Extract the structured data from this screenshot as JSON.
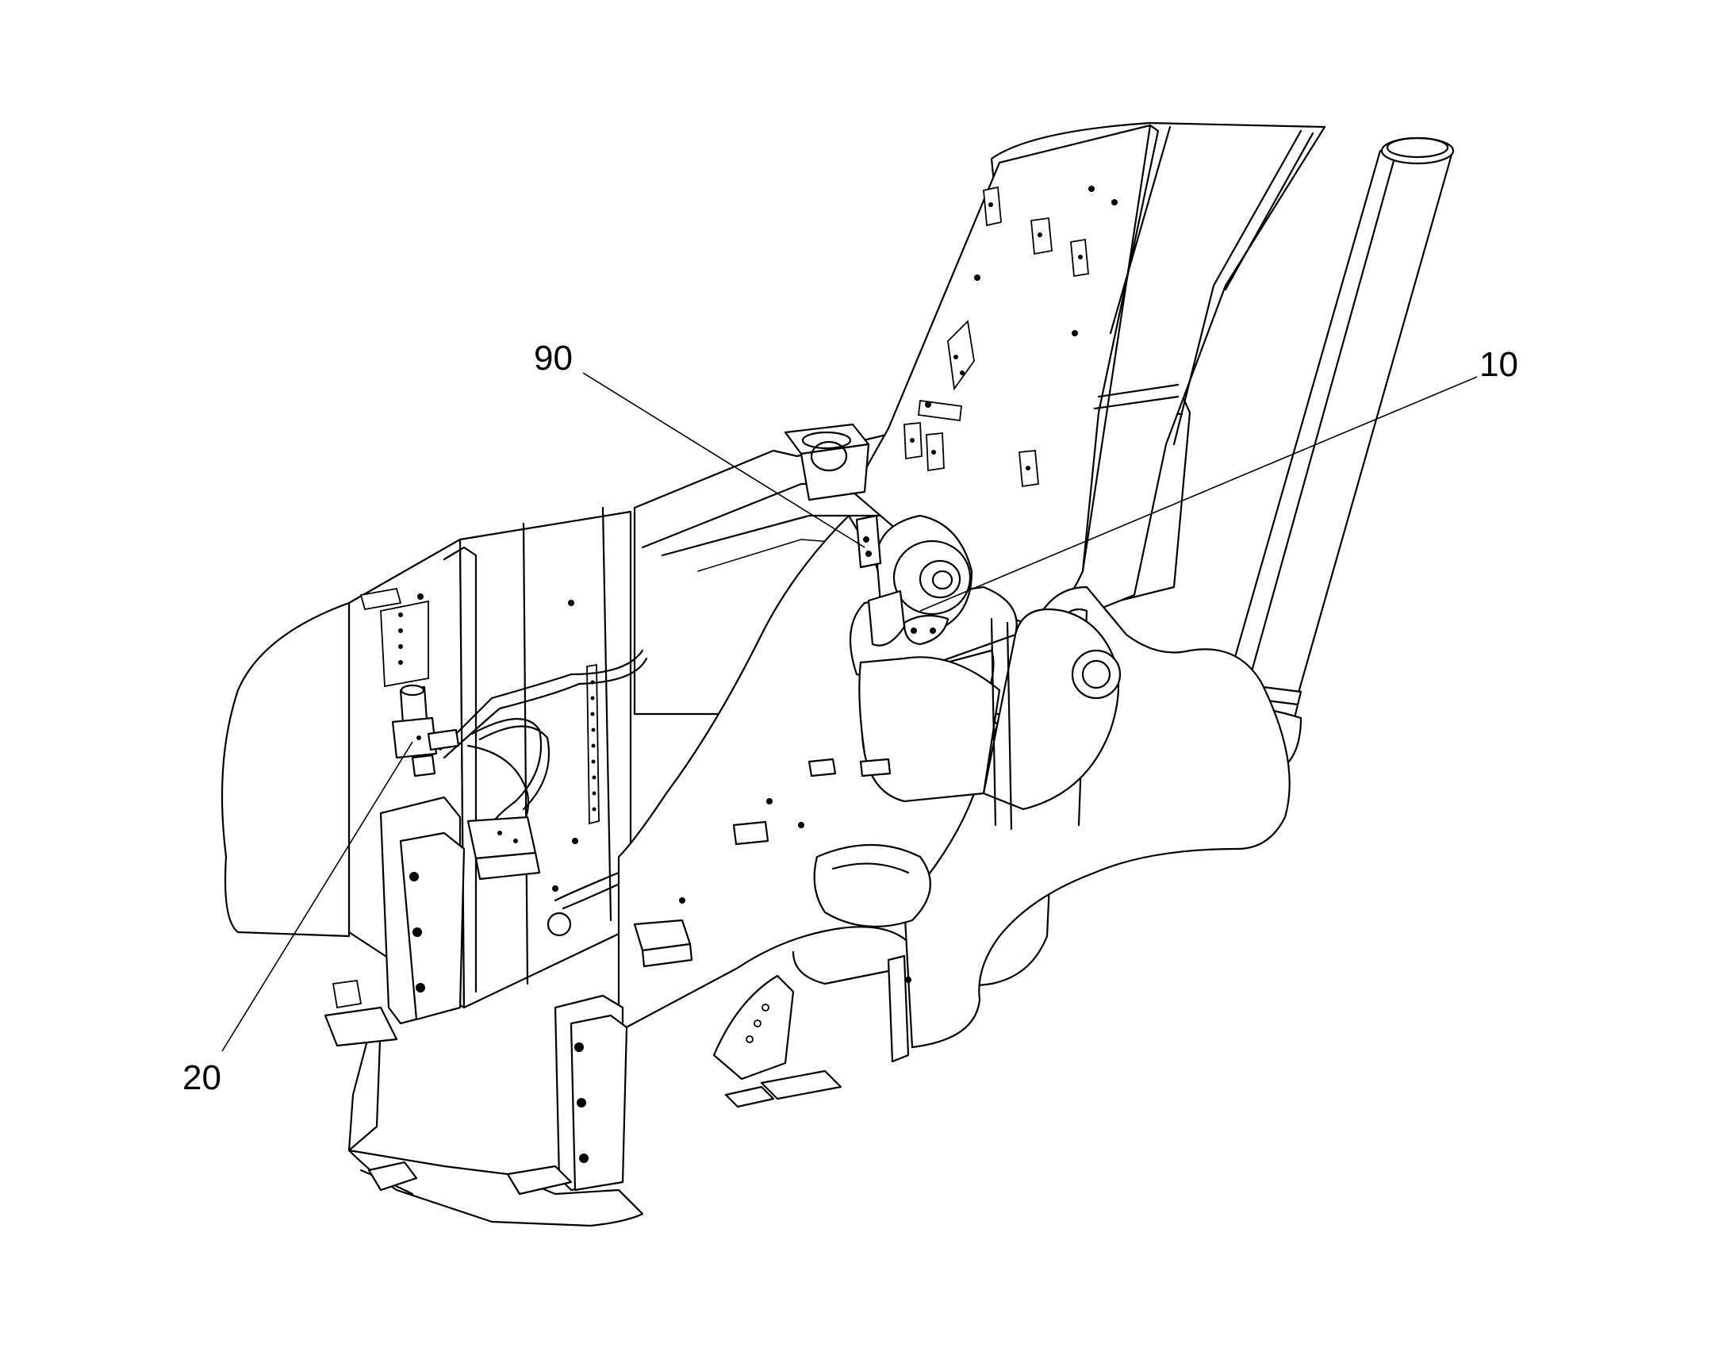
{
  "callouts": [
    {
      "id": "90",
      "label": "90"
    },
    {
      "id": "10",
      "label": "10"
    },
    {
      "id": "20",
      "label": "20"
    }
  ],
  "colors": {
    "line": "#000000",
    "background": "#ffffff"
  }
}
